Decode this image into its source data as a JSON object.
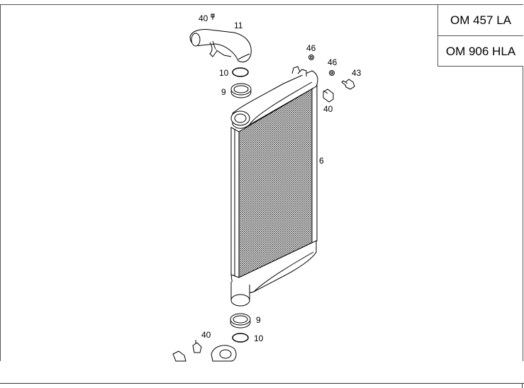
{
  "variants": [
    "OM 457 LA",
    "OM 906 HLA"
  ],
  "callouts": {
    "c40_top": "40",
    "c11": "11",
    "c10_top": "10",
    "c9_top": "9",
    "c46_a": "46",
    "c46_b": "46",
    "c43": "43",
    "c40_right": "40",
    "c6": "6",
    "c9_bottom": "9",
    "c10_bottom": "10",
    "c40_bottom": "40"
  },
  "colors": {
    "line": "#000000",
    "core": "#777777",
    "frame": "#555555"
  }
}
